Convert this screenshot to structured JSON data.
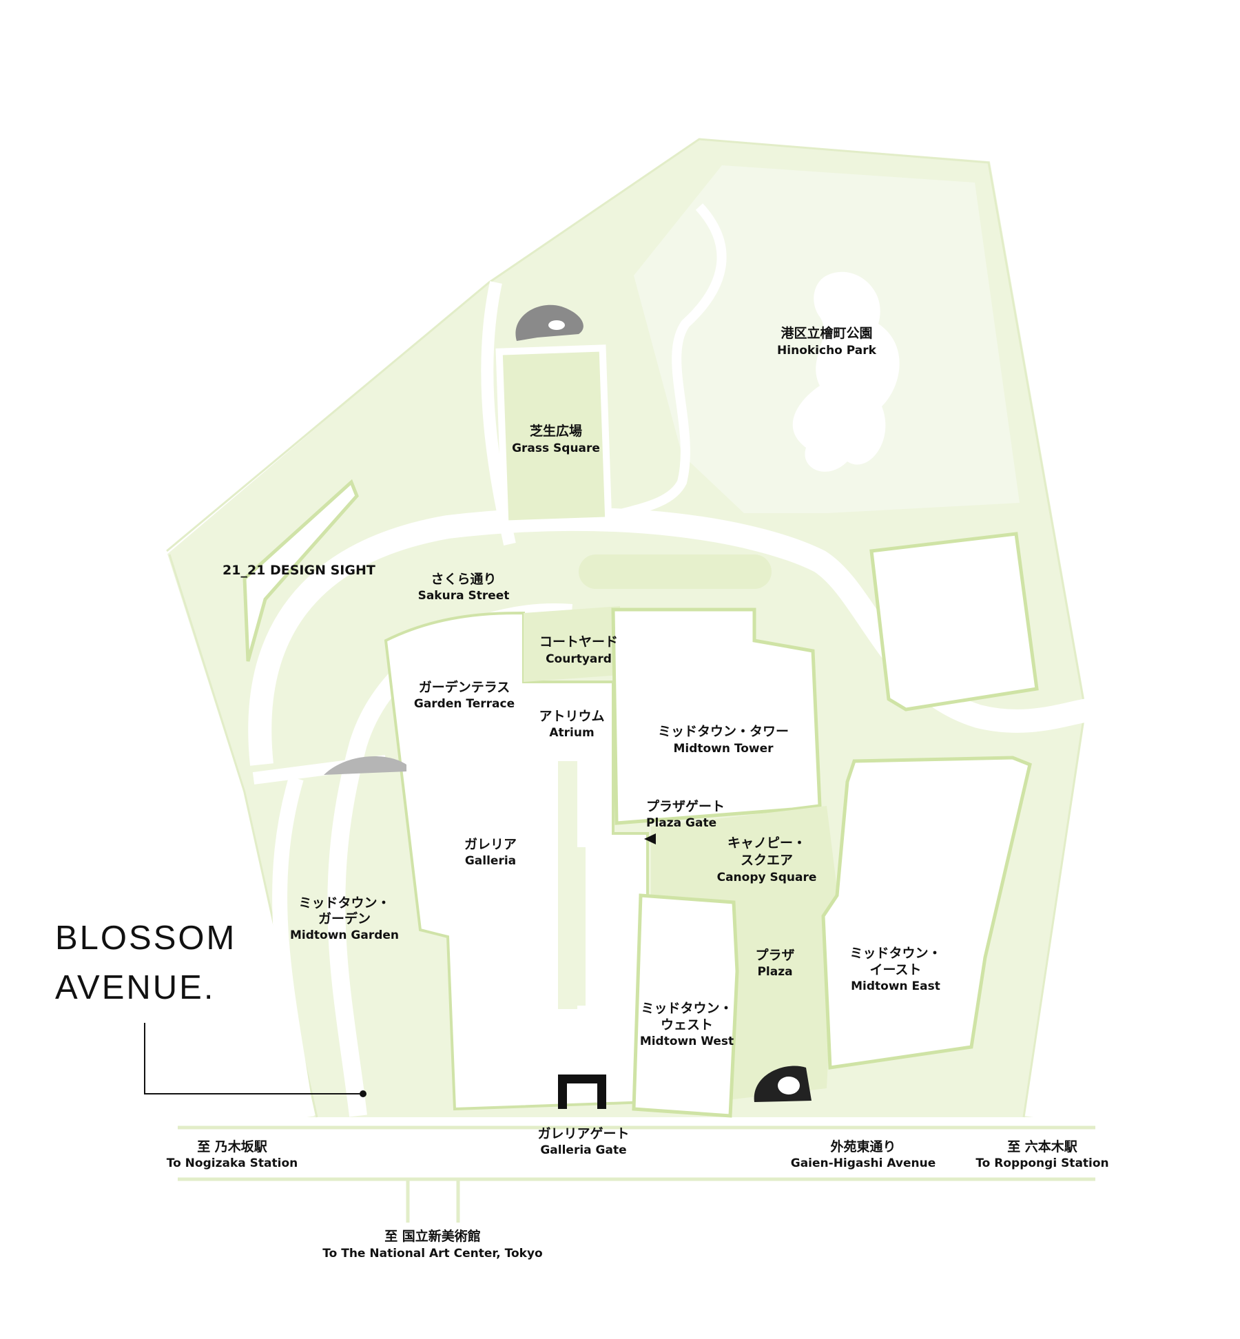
{
  "colors": {
    "ground": "#eef5dd",
    "path": "#ffffff",
    "building": "#ffffff",
    "building_shadow": "#cfe3a5",
    "park": "#f3f8ea",
    "plaza": "#e6f0cc",
    "dark_shape": "#222222",
    "grey_shape": "#888888",
    "ink": "#111111"
  },
  "brand": {
    "line1": "BLOSSOM",
    "line2": "AVENUE."
  },
  "labels": {
    "hinokicho_ja": "港区立檜町公園",
    "hinokicho_en": "Hinokicho Park",
    "grass_ja": "芝生広場",
    "grass_en": "Grass Square",
    "design_sight": "21_21 DESIGN SIGHT",
    "sakura_ja": "さくら通り",
    "sakura_en": "Sakura Street",
    "courtyard_ja": "コートヤード",
    "courtyard_en": "Courtyard",
    "garden_terrace_ja": "ガーデンテラス",
    "garden_terrace_en": "Garden Terrace",
    "atrium_ja": "アトリウム",
    "atrium_en": "Atrium",
    "tower_ja": "ミッドタウン・タワー",
    "tower_en": "Midtown Tower",
    "plaza_gate_ja": "プラザゲート",
    "plaza_gate_en": "Plaza Gate",
    "galleria_ja": "ガレリア",
    "galleria_en": "Galleria",
    "canopy_ja1": "キャノピー・",
    "canopy_ja2": "スクエア",
    "canopy_en": "Canopy Square",
    "garden_ja1": "ミッドタウン・",
    "garden_ja2": "ガーデン",
    "garden_en": "Midtown Garden",
    "plaza_ja": "プラザ",
    "plaza_en": "Plaza",
    "east_ja1": "ミッドタウン・",
    "east_ja2": "イースト",
    "east_en": "Midtown East",
    "west_ja1": "ミッドタウン・",
    "west_ja2": "ウェスト",
    "west_en": "Midtown West",
    "galleria_gate_ja": "ガレリアゲート",
    "galleria_gate_en": "Galleria Gate",
    "nogizaka_ja": "至 乃木坂駅",
    "nogizaka_en": "To Nogizaka Station",
    "gaien_ja": "外苑東通り",
    "gaien_en": "Gaien-Higashi Avenue",
    "roppongi_ja": "至 六本木駅",
    "roppongi_en": "To Roppongi Station",
    "nact_ja": "至 国立新美術館",
    "nact_en": "To The National Art Center, Tokyo"
  }
}
